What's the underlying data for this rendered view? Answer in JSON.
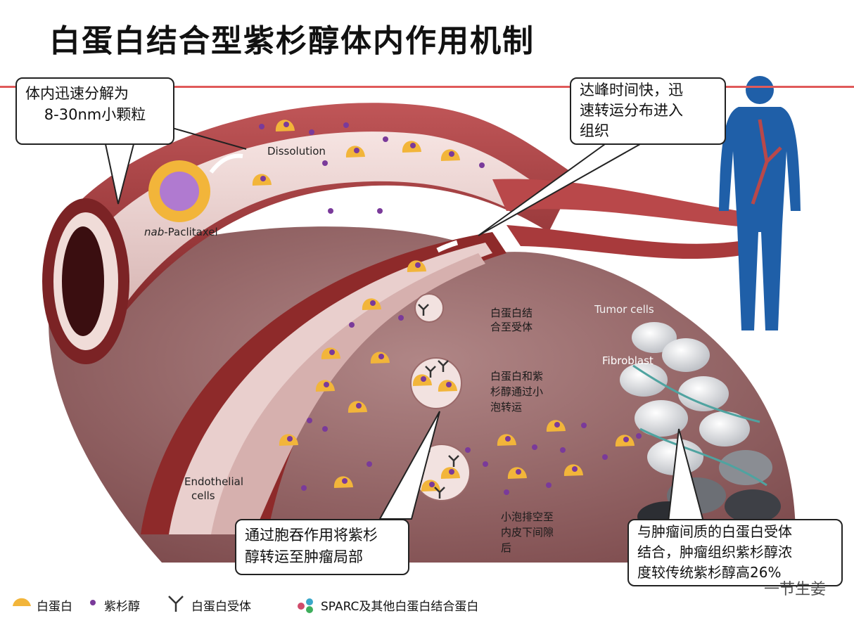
{
  "title": "白蛋白结合型紫杉醇体内作用机制",
  "callouts": {
    "dissolve": [
      "体内迅速分解为",
      "8-30nm小颗粒"
    ],
    "peak": [
      "达峰时间快，迅",
      "速转运分布进入",
      "组织"
    ],
    "transcytosis": [
      "通过胞吞作用将紫杉",
      "醇转运至肿瘤局部"
    ],
    "stroma": [
      "与肿瘤间质的白蛋白受体",
      "结合，肿瘤组织紫杉醇浓",
      "度较传统紫杉醇高26%"
    ]
  },
  "labels": {
    "dissolution": "Dissolution",
    "nab_prefix": "nab",
    "nab_suffix": "-Paclitaxel",
    "endothelial": [
      "Endothelial",
      "cells"
    ],
    "tumor_cells": "Tumor cells",
    "fibroblast": "Fibroblast",
    "receptor_bind": [
      "白蛋白结",
      "合至受体"
    ],
    "vesicle_transport": [
      "白蛋白和紫",
      "杉醇通过小",
      "泡转运"
    ],
    "vesicle_empty": [
      "小泡排空至",
      "内皮下间隙",
      "后"
    ]
  },
  "legend": {
    "albumin": "白蛋白",
    "paclitaxel": "紫杉醇",
    "receptor": "白蛋白受体",
    "sparc": "SPARC及其他白蛋白结合蛋白"
  },
  "watermark": "一节生姜",
  "colors": {
    "vessel_dark": "#8e2a2a",
    "vessel_mid": "#b9484a",
    "tissue": "#9a6a6a",
    "albumin": "#f2b53a",
    "paclitaxel": "#7a3a9a",
    "body": "#1f5fa8"
  }
}
